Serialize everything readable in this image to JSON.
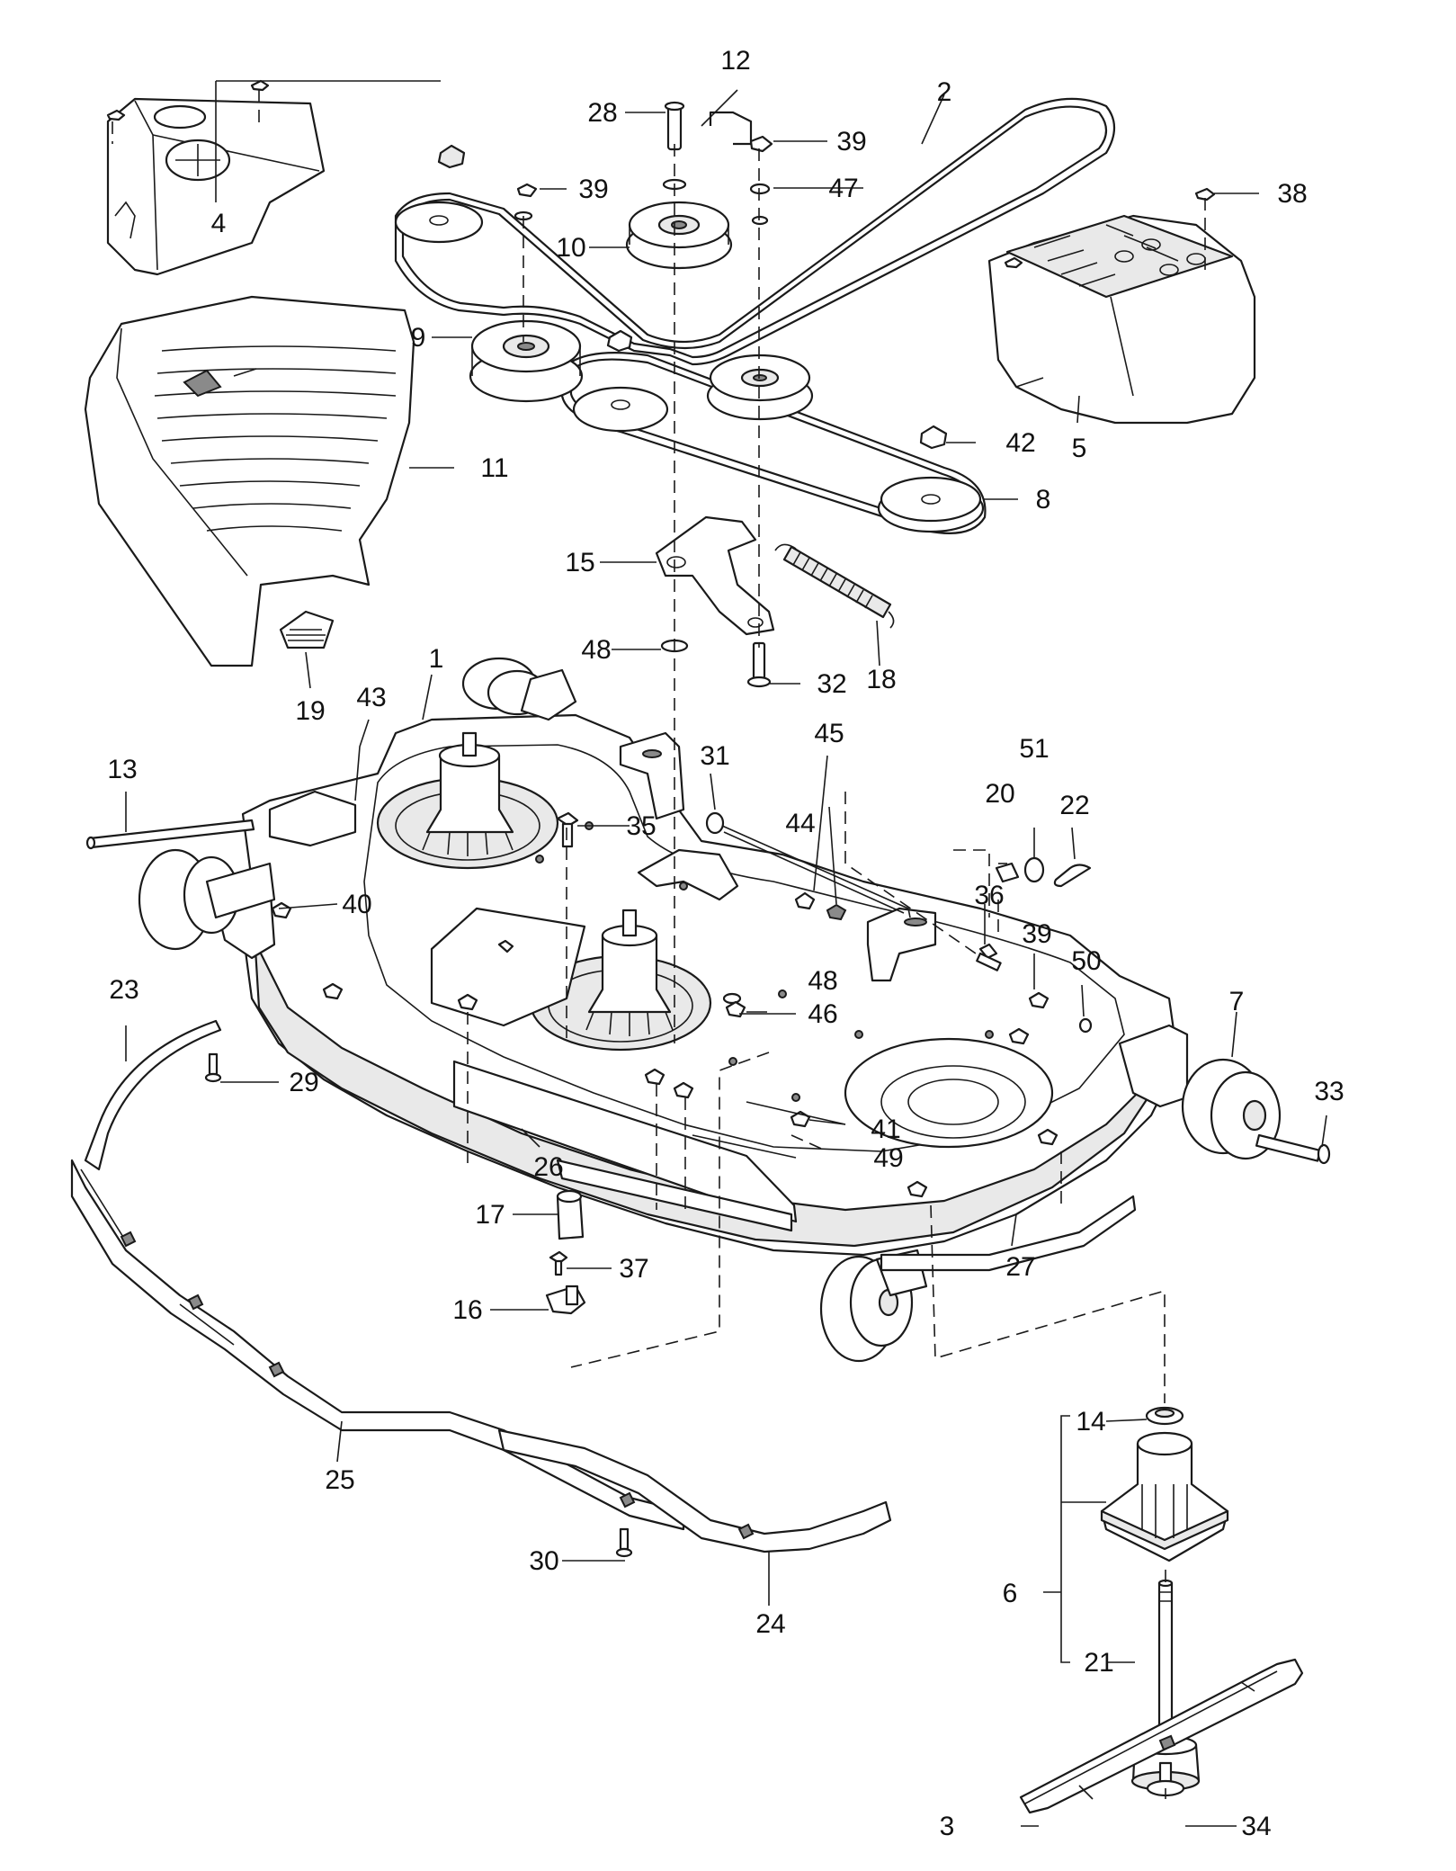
{
  "callouts": {
    "c1": "1",
    "c2": "2",
    "c3": "3",
    "c4": "4",
    "c5": "5",
    "c6": "6",
    "c7": "7",
    "c8": "8",
    "c9": "9",
    "c10": "10",
    "c11": "11",
    "c12": "12",
    "c13": "13",
    "c14": "14",
    "c15": "15",
    "c16": "16",
    "c17": "17",
    "c18": "18",
    "c19": "19",
    "c20": "20",
    "c21": "21",
    "c22": "22",
    "c23": "23",
    "c24": "24",
    "c25": "25",
    "c26": "26",
    "c27": "27",
    "c28": "28",
    "c29": "29",
    "c30": "30",
    "c31": "31",
    "c32": "32",
    "c33": "33",
    "c34": "34",
    "c35": "35",
    "c36": "36",
    "c37": "37",
    "c38": "38",
    "c39a": "39",
    "c39b": "39",
    "c39c": "39",
    "c40": "40",
    "c41": "41",
    "c42": "42",
    "c43": "43",
    "c44": "44",
    "c45": "45",
    "c46": "46",
    "c47": "47",
    "c48a": "48",
    "c48b": "48",
    "c49": "49",
    "c50": "50",
    "c51": "51"
  }
}
